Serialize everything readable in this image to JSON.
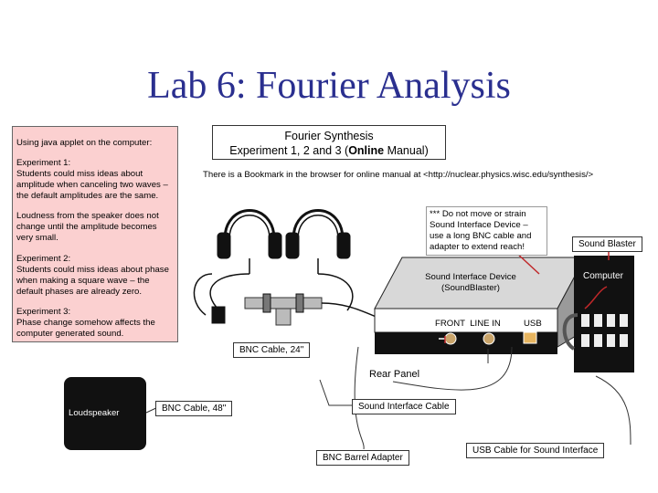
{
  "title": "Lab 6: Fourier Analysis",
  "notes": {
    "intro": "Using java applet on the computer:",
    "exp1": "Experiment 1:\nStudents could miss ideas about amplitude when canceling two waves – the default amplitudes are the same.",
    "loudspeaker_note": "Loudness from the speaker does not change until the amplitude becomes very small.",
    "exp2": "Experiment 2:\nStudents could miss ideas about phase when making a square wave – the default phases are already zero.",
    "exp3": "Experiment 3:\nPhase change somehow affects the computer generated sound."
  },
  "synthesis_box": {
    "line1": "Fourier Synthesis",
    "line2_prefix": "Experiment 1, 2 and 3 (",
    "line2_bold": "Online",
    "line2_suffix": " Manual)"
  },
  "bookmark_note": "There is a Bookmark in the browser for online manual at <http://nuclear.physics.wisc.edu/synthesis/>",
  "warning": "*** Do not move or strain Sound Interface Device – use a long BNC cable and adapter to extend reach!",
  "labels": {
    "sound_blaster": "Sound Blaster",
    "computer": "Computer",
    "device": "Sound Interface Device\n(SoundBlaster)",
    "front_line_in": "FRONT  LINE IN",
    "usb": "USB",
    "bnc_24": "BNC Cable, 24\"",
    "rear_panel": "Rear Panel",
    "loudspeaker": "Loudspeaker",
    "bnc_48": "BNC Cable, 48\"",
    "sound_interface_cable": "Sound Interface Cable",
    "bnc_barrel": "BNC Barrel Adapter",
    "usb_cable": "USB Cable for Sound Interface"
  }
}
